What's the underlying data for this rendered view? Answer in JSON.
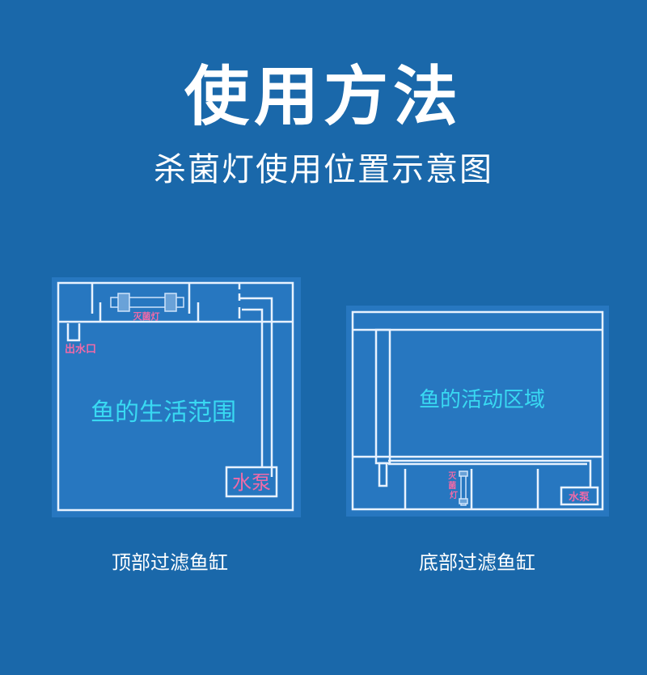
{
  "header": {
    "title": "使用方法",
    "subtitle": "杀菌灯使用位置示意图"
  },
  "colors": {
    "background": "#1a68aa",
    "panel": "#2777c0",
    "line": "#e8f2ff",
    "cyan": "#39d9f2",
    "pink": "#f06aa8"
  },
  "left_diagram": {
    "lamp_label": "灭菌灯",
    "outlet_label": "出水口",
    "area_label": "鱼的生活范围",
    "pump_label": "水泵",
    "caption": "顶部过滤鱼缸"
  },
  "right_diagram": {
    "lamp_label": "灭菌灯",
    "area_label": "鱼的活动区域",
    "pump_label": "水泵",
    "caption": "底部过滤鱼缸"
  }
}
